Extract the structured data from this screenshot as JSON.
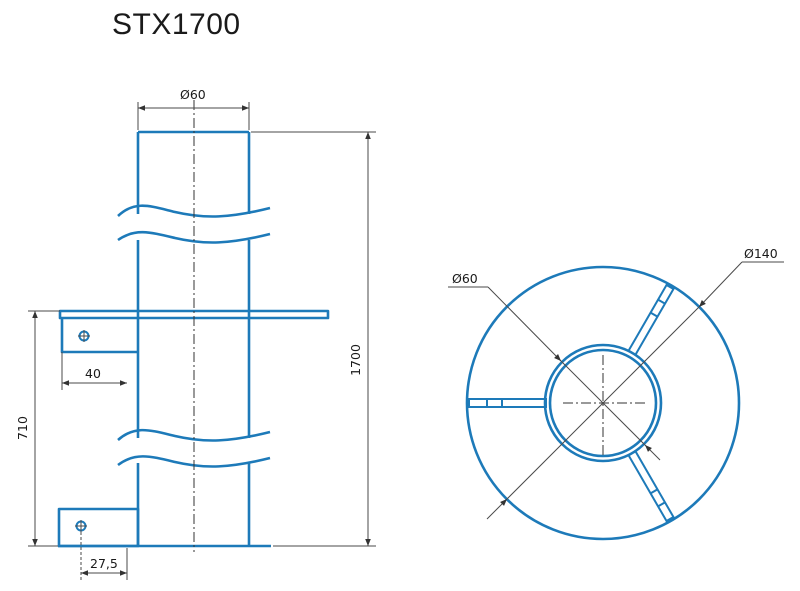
{
  "title": "STX1700",
  "side_view": {
    "pipe_diameter": "Ø60",
    "total_height": "1700",
    "bracket_height": "710",
    "bracket_offset": "40",
    "lower_bracket_offset": "27,5"
  },
  "top_view": {
    "inner_diameter": "Ø60",
    "outer_diameter": "Ø140"
  },
  "colors": {
    "part": "#1d7ab9",
    "dimension": "#4a4a4a"
  }
}
